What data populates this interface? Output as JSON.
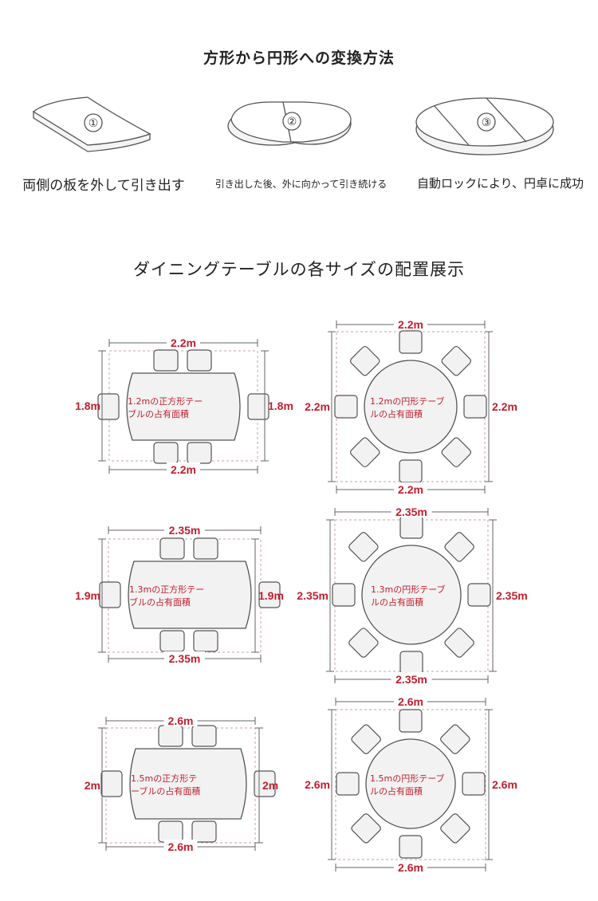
{
  "conversion": {
    "title": "方形から円形への変換方法",
    "steps": [
      {
        "number": "①",
        "caption": "両側の板を外して引き出す"
      },
      {
        "number": "②",
        "caption": "引き出した後、外に向かって引き続ける"
      },
      {
        "number": "③",
        "caption": "自動ロックにより、円卓に成功"
      }
    ]
  },
  "layouts": {
    "title": "ダイニングテーブルの各サイズの配置展示",
    "colors": {
      "dimension": "#c0202e",
      "outline": "#555555",
      "fill": "#f2f2f2"
    },
    "square": [
      {
        "label_line1": "1.2mの正方形テー",
        "label_line2": "ブルの占有面積",
        "width": "2.2m",
        "depth": "1.8m"
      },
      {
        "label_line1": "1.3mの正方形テー",
        "label_line2": "ブルの占有面積",
        "width": "2.35m",
        "depth": "1.9m"
      },
      {
        "label_line1": "1.5mの正方形テ",
        "label_line2": "ーブルの占有面積",
        "width": "2.6m",
        "depth": "2m"
      }
    ],
    "round": [
      {
        "label_line1": "1.2mの円形テーブ",
        "label_line2": "ルの占有面積",
        "width": "2.2m",
        "depth": "2.2m"
      },
      {
        "label_line1": "1.3mの円形テーブ",
        "label_line2": "ルの占有面積",
        "width": "2.35m",
        "depth": "2.35m"
      },
      {
        "label_line1": "1.5mの円形テーブ",
        "label_line2": "ルの占有面積",
        "width": "2.6m",
        "depth": "2.6m"
      }
    ]
  }
}
